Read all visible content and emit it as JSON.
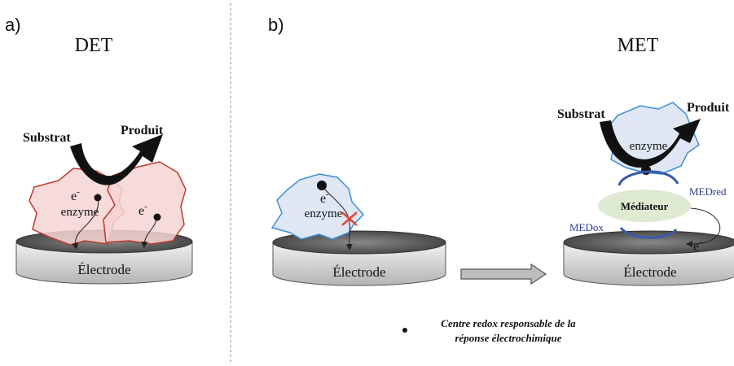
{
  "panel_a": {
    "letter": "a)",
    "title": "DET",
    "substrate": "Substrat",
    "product": "Produit",
    "electron_1": "e",
    "electron_2": "e",
    "electron_sup": "-",
    "enzyme": "enzyme",
    "electrode": "Électrode"
  },
  "panel_b": {
    "letter": "b)",
    "left": {
      "electron": "e",
      "electron_sup": "-",
      "enzyme": "enzyme",
      "electrode": "Électrode"
    },
    "right": {
      "title": "MET",
      "substrate": "Substrat",
      "product": "Produit",
      "enzyme": "enzyme",
      "mediator": "Médiateur",
      "med_red": "MEDred",
      "med_ox": "MEDox",
      "electron": "e",
      "electron_sup": "-",
      "electrode": "Électrode"
    }
  },
  "legend": {
    "line1": "Centre redox responsable de la",
    "line2": "réponse électrochimique"
  },
  "colors": {
    "det_enzyme_fill": "#f6d3d3",
    "det_enzyme_stroke": "#c0392b",
    "met_enzyme_fill": "#dfe7f4",
    "met_enzyme_stroke": "#3b8fd6",
    "mediator_fill": "#dfead3",
    "arc_blue": "#3a5aa8",
    "block_red": "#e0483a"
  }
}
